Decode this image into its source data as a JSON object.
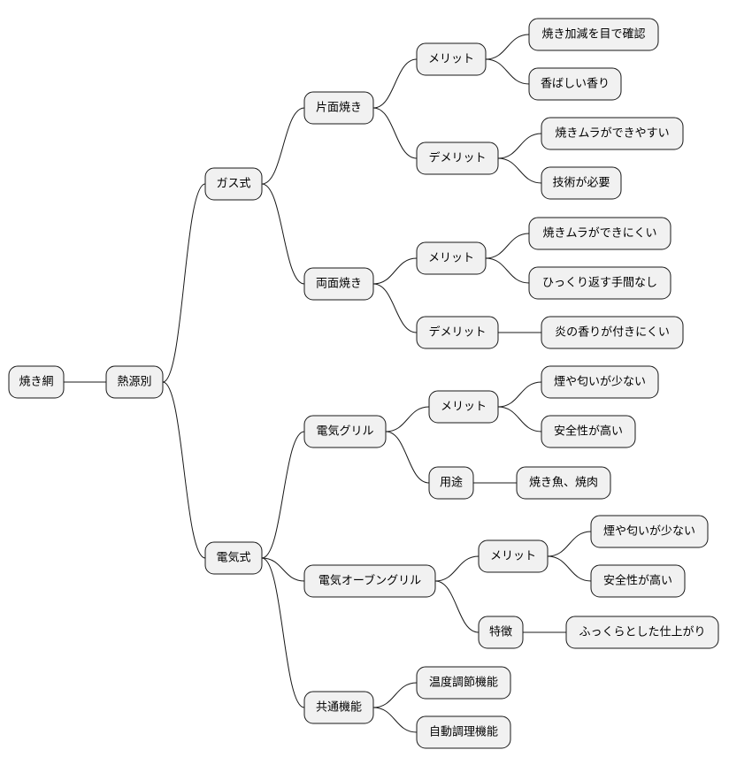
{
  "mindmap": {
    "root": "焼き網",
    "branch": "熱源別",
    "gas": {
      "label": "ガス式",
      "single": {
        "label": "片面焼き",
        "merit": {
          "label": "メリット",
          "items": [
            "焼き加減を目で確認",
            "香ばしい香り"
          ]
        },
        "demerit": {
          "label": "デメリット",
          "items": [
            "焼きムラができやすい",
            "技術が必要"
          ]
        }
      },
      "double": {
        "label": "両面焼き",
        "merit": {
          "label": "メリット",
          "items": [
            "焼きムラができにくい",
            "ひっくり返す手間なし"
          ]
        },
        "demerit": {
          "label": "デメリット",
          "items": [
            "炎の香りが付きにくい"
          ]
        }
      }
    },
    "electric": {
      "label": "電気式",
      "grill": {
        "label": "電気グリル",
        "merit": {
          "label": "メリット",
          "items": [
            "煙や匂いが少ない",
            "安全性が高い"
          ]
        },
        "use": {
          "label": "用途",
          "items": [
            "焼き魚、焼肉"
          ]
        }
      },
      "oven_grill": {
        "label": "電気オーブングリル",
        "merit": {
          "label": "メリット",
          "items": [
            "煙や匂いが少ない",
            "安全性が高い"
          ]
        },
        "feature": {
          "label": "特徴",
          "items": [
            "ふっくらとした仕上がり"
          ]
        }
      },
      "common": {
        "label": "共通機能",
        "items": [
          "温度調節機能",
          "自動調理機能"
        ]
      }
    }
  }
}
